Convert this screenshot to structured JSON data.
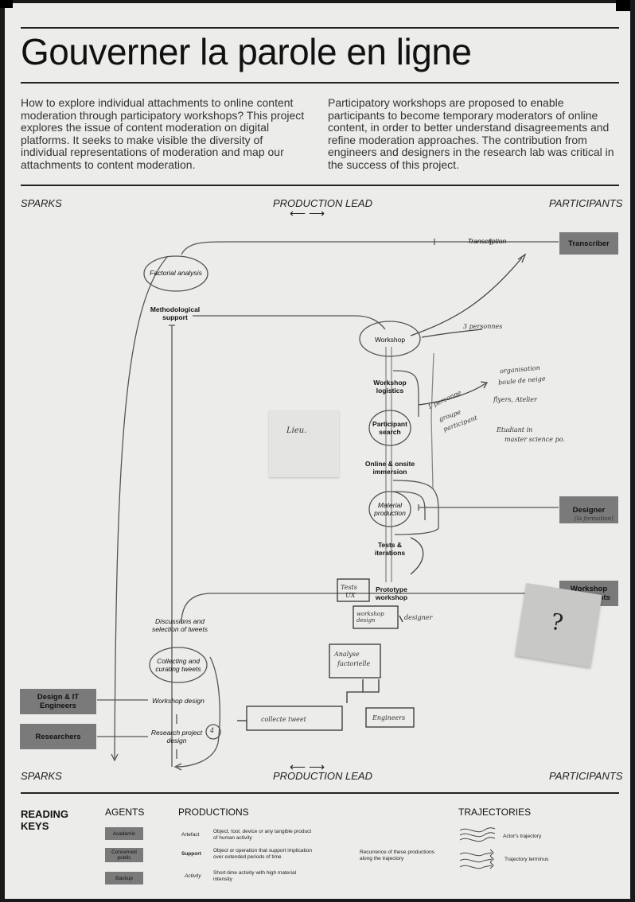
{
  "title": "Gouverner la parole en ligne",
  "intro_left": "How to explore individual attachments to online content moderation through participatory workshops? This project explores the issue of content moderation on digital platforms. It seeks to make visible the diversity of individual representations of moderation and map our attachments to content moderation.",
  "intro_right": "Participatory workshops are proposed to enable participants to become temporary moderators of online content, in order to better understand disagreements and refine moderation approaches. The contribution from engineers and designers in the research lab was critical in the success of this project.",
  "columns": {
    "left": "SPARKS",
    "center": "PRODUCTION LEAD",
    "right": "PARTICIPANTS"
  },
  "nodes": {
    "transcription": "Transcription",
    "factorial_analysis": "Factorial analysis",
    "methodological_support": "Methodological support",
    "workshop": "Workshop",
    "workshop_logistics": "Workshop logistics",
    "participant_search": "Participant search",
    "online_onsite": "Online & onsite immersion",
    "material_production": "Material production",
    "tests_iterations": "Tests & iterations",
    "prototype_workshop": "Prototype workshop",
    "discussions_selection": "Discussions and selection of tweets",
    "collecting_curating": "Collecting and curating tweets",
    "workshop_design": "Workshop design",
    "research_project_design": "Research project design"
  },
  "agents": {
    "transcriber": "Transcriber",
    "designer": "Designer",
    "workshop_participants": "Workshop participants",
    "design_it_engineers": "Design & IT Engineers",
    "researchers": "Researchers"
  },
  "handwritten": {
    "three_persons": "3 personnes",
    "one_person": "1 personne",
    "groupe": "groupe",
    "participant": "participant",
    "organisation": "organisation",
    "boule_de_neige": "boule de neige",
    "flyers_atelier": "flyers, Atelier",
    "etudiant": "Etudiant in",
    "master": "master science po.",
    "lieu": "Lieu.",
    "la_formation": "(la formation)",
    "question_mark": "?",
    "workshop_design": "workshop design",
    "designer": "designer",
    "analyse": "Analyse",
    "factorielle": "factorielle",
    "collecte_tweet": "collecte tweet",
    "engineers": "Engineers",
    "tests": "Tests",
    "ux": "UX",
    "four": "4"
  },
  "reading_keys": {
    "title": "READING KEYS",
    "agents_header": "AGENTS",
    "agents": [
      "Academic",
      "Concerned public",
      "Backup"
    ],
    "productions_header": "PRODUCTIONS",
    "productions": [
      {
        "label": "Artefact",
        "desc": "Object, tool, device or any tangible product of human activity"
      },
      {
        "label": "Support",
        "desc": "Object or operation that support implication over extended periods of time"
      },
      {
        "label": "Activity",
        "desc": "Short-time activity with high material intensity"
      }
    ],
    "recurrence": "Recurrence of these productions along the trajectory",
    "trajectories_header": "TRAJECTORIES",
    "trajectories": [
      "Actor's trajectory",
      "Trajectory terminus"
    ]
  }
}
